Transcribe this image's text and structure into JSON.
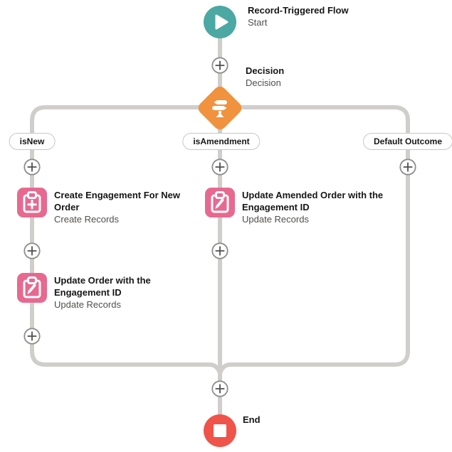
{
  "start": {
    "title": "Record-Triggered Flow",
    "subtitle": "Start",
    "icon": "play-icon"
  },
  "decision": {
    "title": "Decision",
    "subtitle": "Decision",
    "icon": "signpost-icon"
  },
  "branches": [
    {
      "label": "isNew",
      "nodes": [
        {
          "title": "Create Engagement For New Order",
          "subtitle": "Create Records",
          "icon": "create-records-icon"
        },
        {
          "title": "Update Order with the Engagement ID",
          "subtitle": "Update Records",
          "icon": "update-records-icon"
        }
      ]
    },
    {
      "label": "isAmendment",
      "nodes": [
        {
          "title": "Update Amended Order with the Engagement ID",
          "subtitle": "Update Records",
          "icon": "update-records-icon"
        }
      ]
    },
    {
      "label": "Default Outcome",
      "nodes": []
    }
  ],
  "end": {
    "title": "End",
    "icon": "stop-icon"
  },
  "add_button": {
    "icon": "plus-icon"
  },
  "colors": {
    "start_teal": "#4ca8a2",
    "decision_orange": "#f0923e",
    "record_pink": "#e7698f",
    "end_red": "#ef534a",
    "connector_gray": "#d0cecb",
    "plus_border": "#8f8e8c",
    "plus_glyph": "#514f4d",
    "title_text": "#161616",
    "subtitle_text": "#514f4d"
  }
}
